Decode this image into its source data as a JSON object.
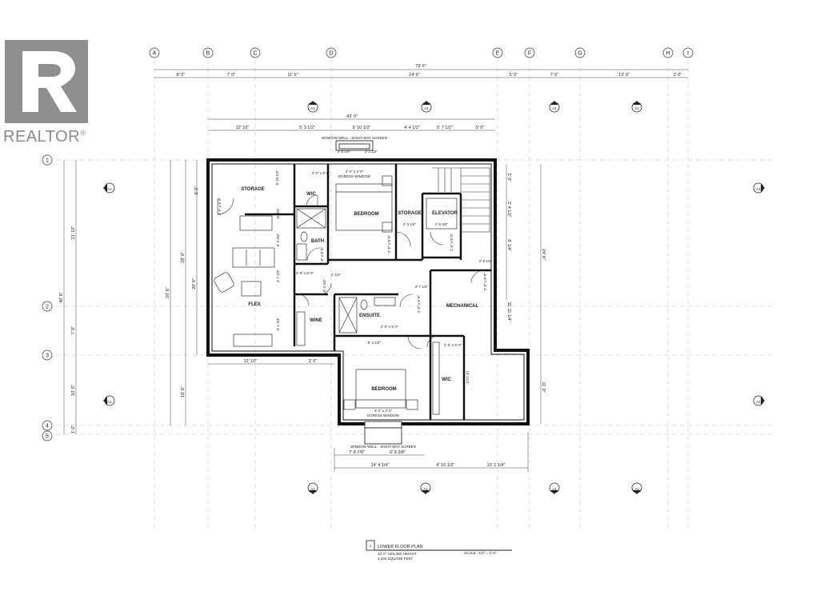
{
  "watermark": {
    "brand": "REALTOR",
    "reg_mark": "®"
  },
  "grid": {
    "columns": [
      "A",
      "B",
      "C",
      "D",
      "E",
      "F",
      "G",
      "H",
      "I"
    ],
    "rows": [
      "1",
      "2",
      "3",
      "4",
      "5"
    ]
  },
  "dimensions": {
    "overall_width": "79' 6\"",
    "top_chain": [
      "8' 0\"",
      "7' 0\"",
      "11' 6\"",
      "24' 6\"",
      "5' 0\"",
      "7' 6\"",
      "13' 0\"",
      "3' 0\""
    ],
    "house_width": "43' 0\"",
    "upper_chain": [
      "12' 10\"",
      "5' 3 1/2\"",
      "9' 10 1/2\"",
      "4' 4 1/2\"",
      "5' 7 1/2\"",
      "5' 0\""
    ],
    "left_overall": "40' 6\"",
    "left_chain": [
      "21' 10\"",
      "7' 0\"",
      "10' 6\"",
      "1' 0\""
    ],
    "left_inner_a": "29' 6\"",
    "left_inner_b": "29' 0\"",
    "left_inner_c": "20' 9\"",
    "left_inner_d": "10' 6\"",
    "right_a": "29' 6\"",
    "right_b": "11' 0\"",
    "right_c": "5' 0\"",
    "right_d": "5' 4 1/2\"",
    "right_e": "6' 1/4\"",
    "right_f": "11' 11 1/4\"",
    "mid_left": [
      "12' 10\"",
      "3' 6\""
    ],
    "bottom_chain_a": [
      "7' 8 7/8\"",
      "6' 9 3/8\""
    ],
    "bottom_chain_b": [
      "14' 4 1/4\"",
      "4' 10 1/2\"",
      "10' 1 1/4\""
    ],
    "interior": {
      "storage_w": "6' 10 1/4\"",
      "storage_h": "8' 0\"",
      "flex_h": "11 3/4\"",
      "wic_h": "4' 10\"",
      "bath_v": "5' 3 3/4\"",
      "bath_w": "2' 1/4\"",
      "flex_w": "4' 7 1/2\"",
      "wine_v": "5' 3 3/4\"",
      "wine_h": "9' 1 3/4\"",
      "ensuite_w": "8' 4 1/4\"",
      "elevator_w": "2' 9 3/4\"",
      "wic2_h": "13' 11/4\"",
      "bedroom_top_v": "2' 3 1/4\"",
      "mech_v": "2' 7 1/4\"",
      "mech_door": "2' 9 1/4\""
    }
  },
  "rooms": {
    "storage_left": "STORAGE",
    "wic_top": "WIC",
    "bedroom_top": "BEDROOM",
    "storage_mid": "STORAGE",
    "elevator": "ELEVATOR",
    "bath": "BATH",
    "flex": "FLEX",
    "wine": "WINE",
    "ensuite": "ENSUITE",
    "mechanical": "MECHANICAL",
    "bedroom_bottom": "BEDROOM",
    "wic_bottom": "WIC"
  },
  "doors": {
    "d1": "2' 6\" x 8' 0\"",
    "d2": "2' 8\" x 8' 0\"",
    "d3": "2' 8\" x 8' 0\"",
    "d4": "2' 0\" x 8' 0\"",
    "d5": "2' 6\" x 8' 0\"",
    "d6": "2' 6\" x 8' 0\"",
    "d7": "2' 6\" x 8' 0\"",
    "d8": "2' 8\" x 8' 0\"",
    "d9": "2' 6\" x 8' 0\"",
    "d10": "2' 6\" x 8' 0\""
  },
  "windows": {
    "top": "4' 0\" x 3' 0\"",
    "top_caption": "EGRESS WINDOW",
    "top_dim_a": "2' 8 1/4\"",
    "top_dim_b": "2' 2 1/4\"",
    "bottom": "4' 0\" x 3' 0\"",
    "bottom_caption": "EGRESS WINDOW",
    "well_top": "WINDOW WELL - SIGHT-WAY SCREEN",
    "well_bottom": "WINDOW WELL - SIGHT-WAY SCREEN"
  },
  "elevation_tags": [
    "A1",
    "A1",
    "A1",
    "A1",
    "A1",
    "A1",
    "A1",
    "A1",
    "A1",
    "A1",
    "A1",
    "A1"
  ],
  "title_block": {
    "number": "1",
    "title": "LOWER FLOOR PLAN",
    "ceiling": "10' 0\" CEILING HEIGHT",
    "area": "1,334 SQUARE FEET",
    "scale": "SCALE : 1/4\" = 1'-0\""
  }
}
